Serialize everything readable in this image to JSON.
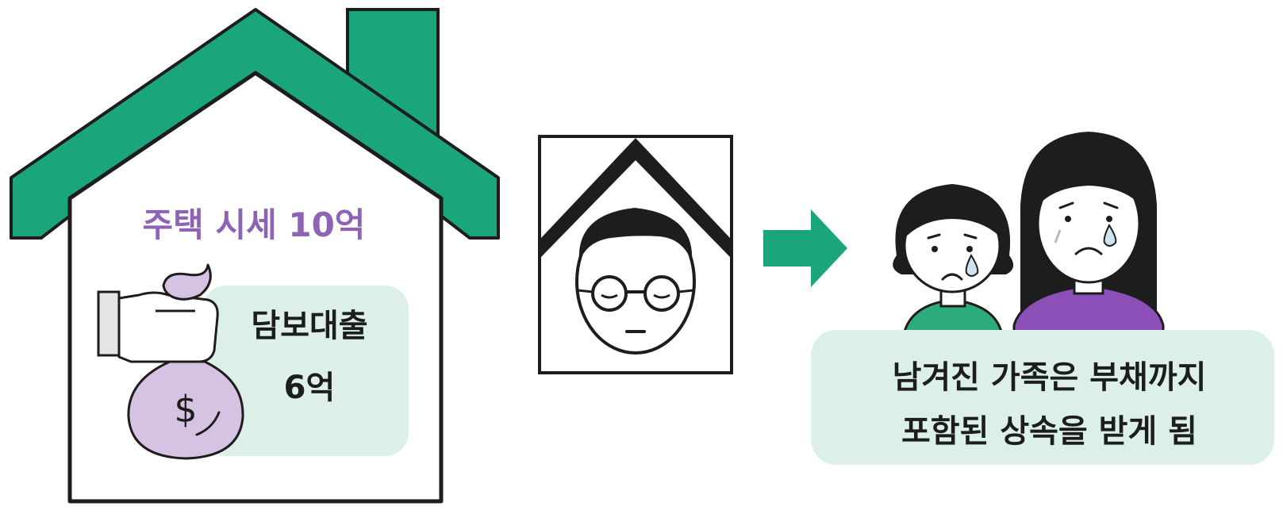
{
  "colors": {
    "green": "#1aa57c",
    "mint": "#dcf0e7",
    "purple": "#8e63b5",
    "bag": "#d6c2e2",
    "outline": "#1d1d1d",
    "girl_shirt": "#2eab7a",
    "mother_shirt": "#8c4fb8"
  },
  "house": {
    "price_label": "주택 시세 10억",
    "loan_line1": "담보대출",
    "loan_line2": "6억",
    "bag_symbol": "$"
  },
  "caption": {
    "line1": "남겨진 가족은 부채까지",
    "line2": "포함된 상속을 받게 됨"
  },
  "icons": [
    "house-icon",
    "money-bag-icon",
    "memorial-portrait-icon",
    "right-arrow-icon",
    "crying-family-icon"
  ]
}
